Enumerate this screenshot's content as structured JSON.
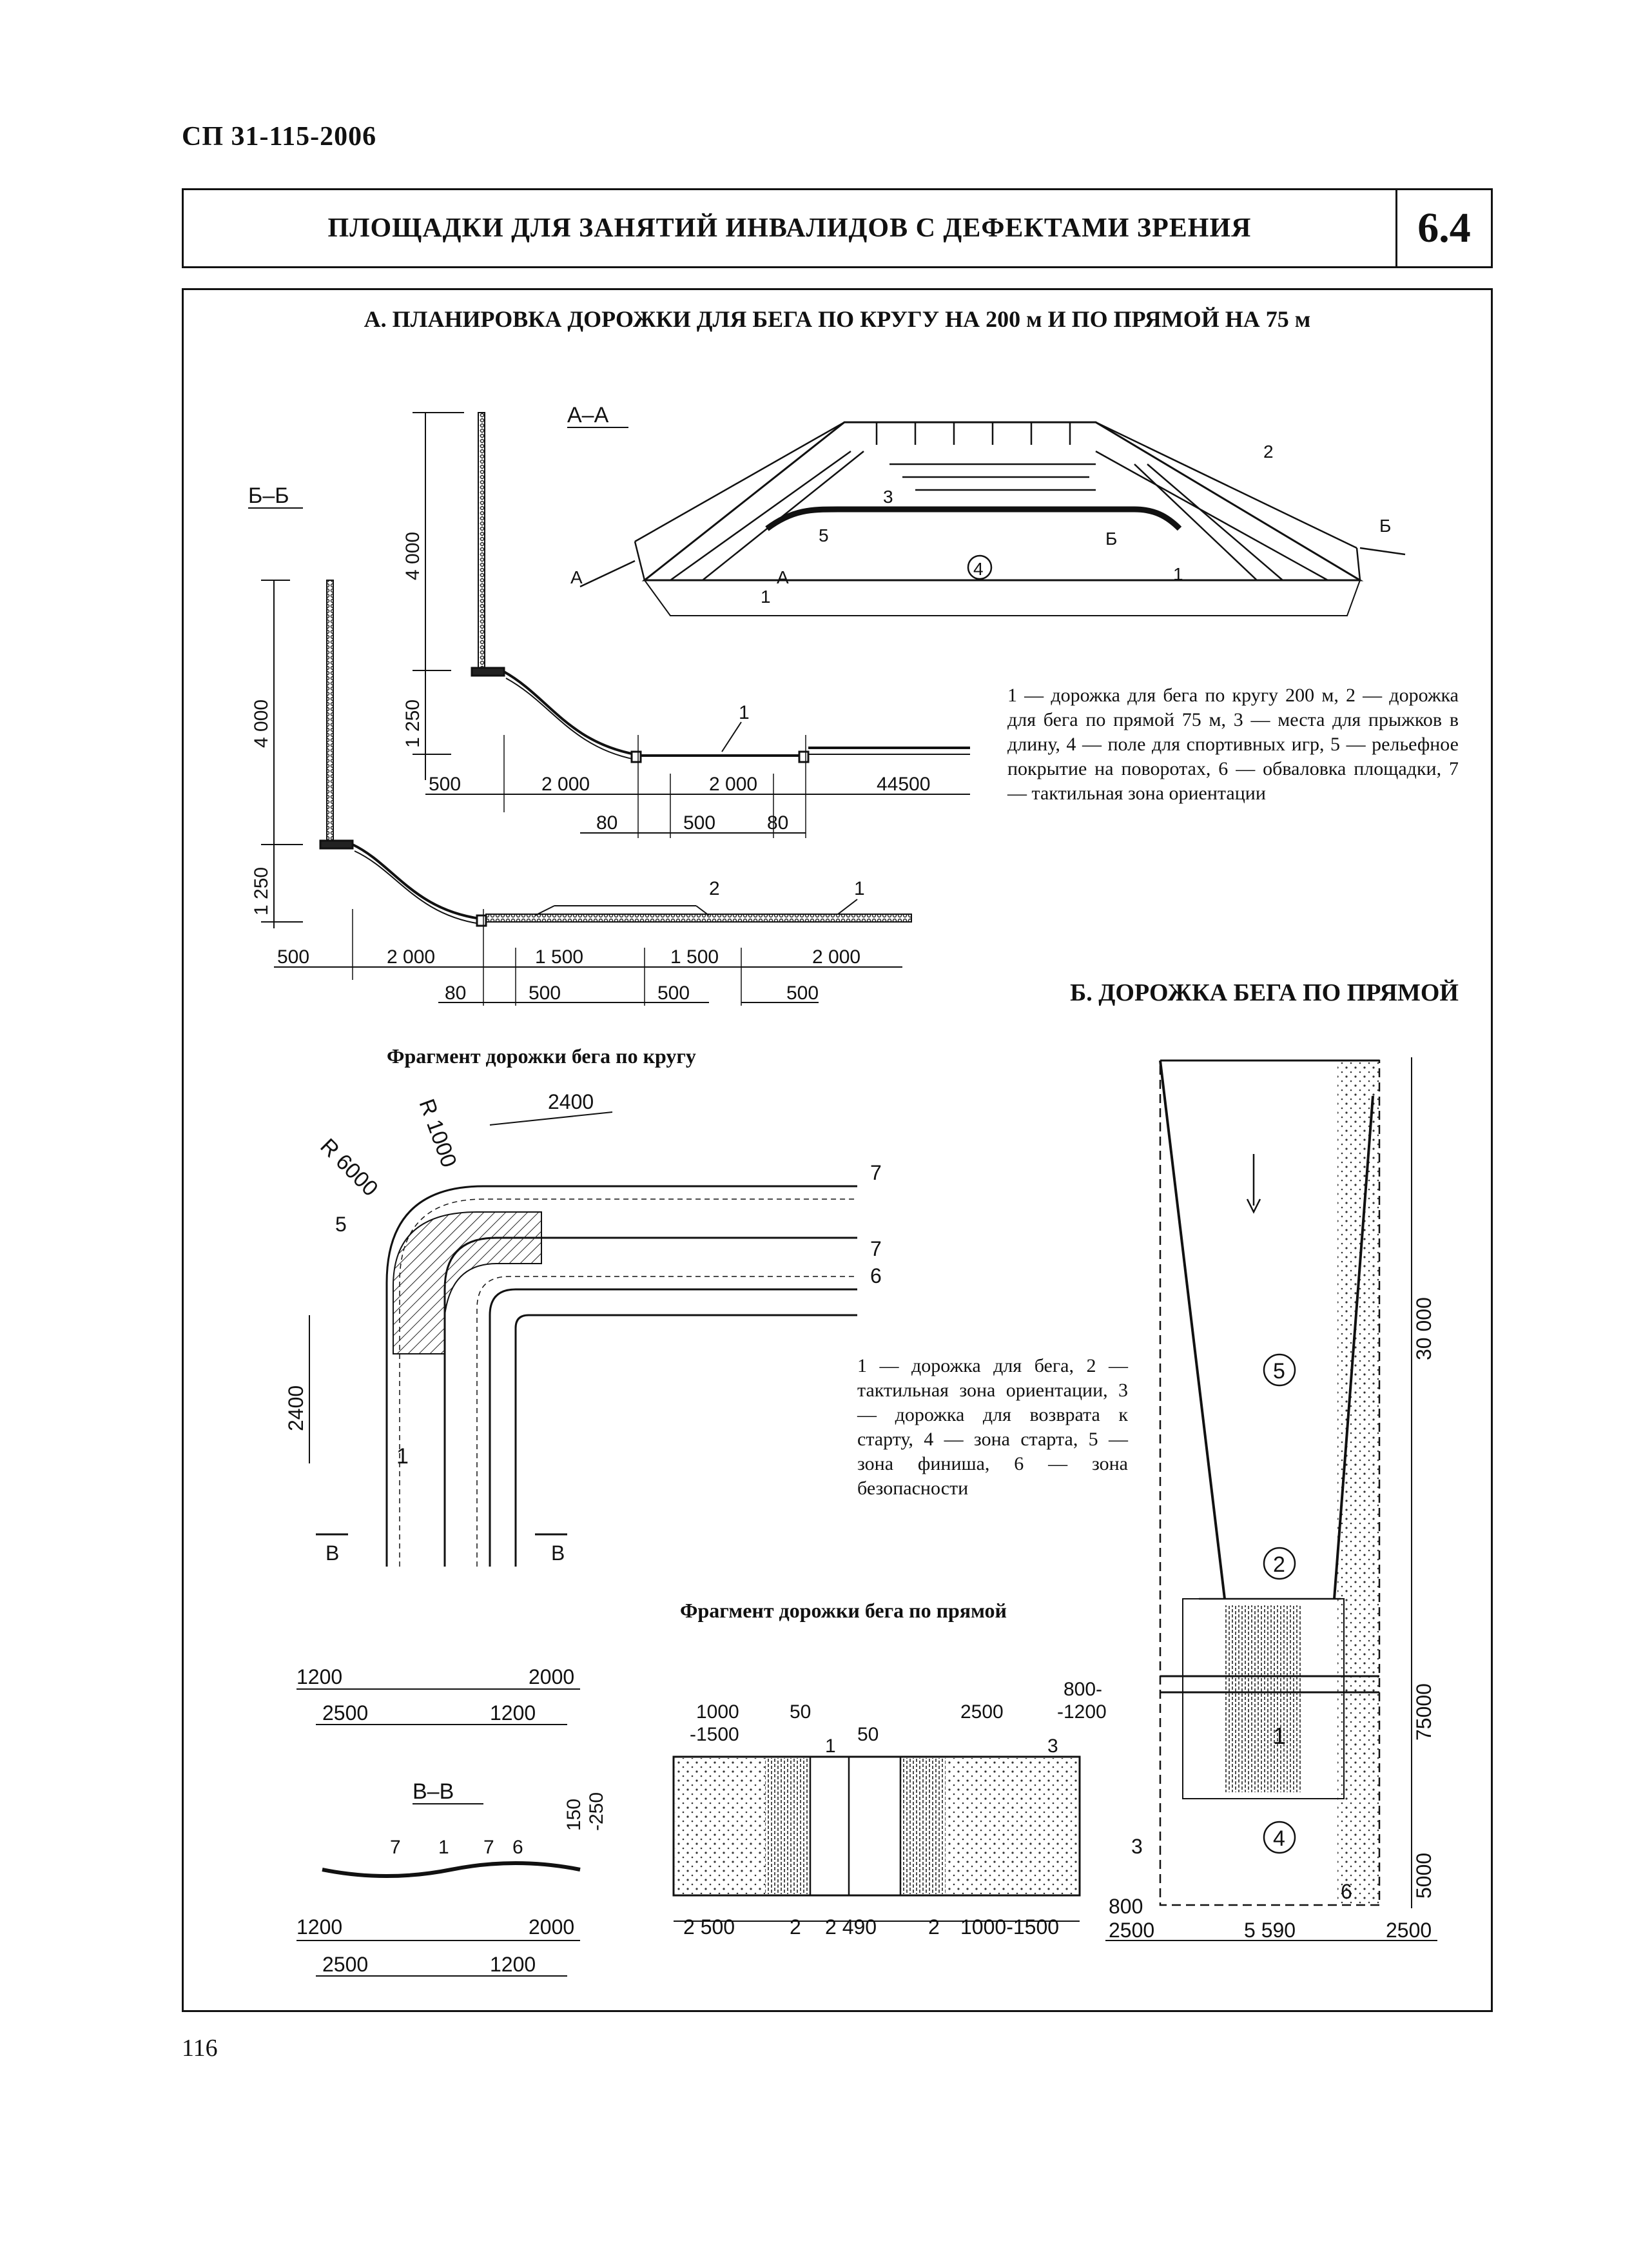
{
  "header": {
    "doc_code": "СП 31-115-2006",
    "title": "ПЛОЩАДКИ ДЛЯ ЗАНЯТИЙ ИНВАЛИДОВ С ДЕФЕКТАМИ ЗРЕНИЯ",
    "section_number": "6.4"
  },
  "section_a": {
    "heading": "А. ПЛАНИРОВКА ДОРОЖКИ ДЛЯ БЕГА ПО КРУГУ НА 200 м И ПО ПРЯМОЙ НА 75 м",
    "legend": "1 — дорожка для бега по кругу 200 м, 2 — дорожка для бега по прямой 75 м, 3 — места для прыжков в длину, 4 — поле для спортивных игр, 5 — рельефное покрытие на поворотах, 6 — обваловка площадки, 7 — тактильная зона ориентации",
    "section_aa": {
      "label": "А–А",
      "dims": {
        "h1": "4 000",
        "h2": "1 250",
        "d1": "500",
        "d2": "2 000",
        "d3": "2 000",
        "d4": "44500",
        "d5": "80",
        "d6": "500",
        "d7": "80",
        "callout": "1"
      }
    },
    "section_bb": {
      "label": "Б–Б",
      "dims": {
        "h1": "4 000",
        "h2": "1 250",
        "d1": "500",
        "d2": "2 000",
        "d3": "1 500",
        "d4": "1 500",
        "d5": "2 000",
        "d6": "80",
        "d7": "500",
        "d8": "500",
        "d9": "500",
        "callout1": "2",
        "callout2": "1"
      }
    },
    "perspective": {
      "l1": "1",
      "l1b": "1",
      "l2": "2",
      "l3": "3",
      "l4": "4",
      "l5": "5",
      "cut_a": "А",
      "cut_a2": "А",
      "cut_b": "Б",
      "cut_b2": "Б"
    }
  },
  "fragment_curve": {
    "title": "Фрагмент дорожки бега по кругу",
    "legend": "1 — дорожка для бега, 2 — тактильная зона ориентации, 3 — дорожка для возврата к старту, 4 — зона старта, 5 — зона финиша, 6 — зона безопасности",
    "dims": {
      "r1": "R 6000",
      "r2": "R 1000",
      "top": "2400",
      "side": "2400",
      "b1": "1200",
      "b2": "2000",
      "b3": "2500",
      "b4": "1200"
    },
    "callouts": {
      "c7a": "7",
      "c7b": "7",
      "c6": "6",
      "c5": "5",
      "c1": "1"
    },
    "cut": {
      "left": "В",
      "right": "В"
    },
    "section_vv": {
      "label": "В–В",
      "labels": {
        "a": "7",
        "b": "1",
        "c": "7",
        "d": "6"
      },
      "dims": {
        "h1": "150",
        "h2": "-250",
        "b1": "1200",
        "b2": "2000",
        "b3": "2500",
        "b4": "1200"
      }
    }
  },
  "section_b": {
    "heading": "Б. ДОРОЖКА БЕГА ПО ПРЯМОЙ",
    "zones": {
      "z5": "5",
      "z2": "2",
      "z1": "1",
      "z4": "4",
      "z3": "3",
      "z6": "6"
    },
    "dims": {
      "len1": "30 000",
      "len2": "75000",
      "len3": "5000",
      "w1": "800",
      "w2": "2500",
      "w3": "5 590",
      "w4": "2500"
    }
  },
  "fragment_straight": {
    "title": "Фрагмент дорожки бега по прямой",
    "dims": {
      "a": "1000",
      "a2": "-1500",
      "b": "50",
      "c": "50",
      "d": "2500",
      "e": "800-",
      "e2": "-1200",
      "f": "1",
      "g": "3",
      "b1": "2 500",
      "b2": "2",
      "b3": "2 490",
      "b4": "2",
      "b5": "1000-1500"
    }
  },
  "page_number": "116"
}
